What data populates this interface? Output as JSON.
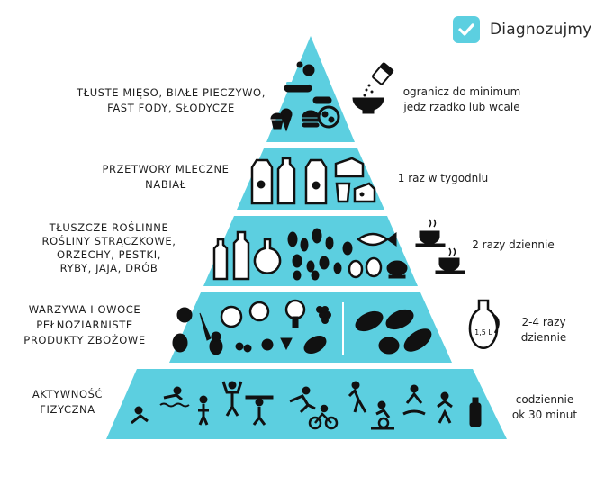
{
  "brand": {
    "name": "Diagnozujmy"
  },
  "levels": [
    {
      "left_lines": [
        "TŁUSTE MIĘSO, BIAŁE PIECZYWO,",
        "FAST FODY, SŁODYCZE"
      ],
      "right_lines": [
        "ogranicz do minimum",
        "jedz rzadko lub wcale"
      ],
      "icons": [
        "salt-shaker-icon",
        "bowl-icon",
        "hot-dog-icon",
        "burger-icon",
        "pizza-icon",
        "ice-cream-icon",
        "cupcake-icon"
      ]
    },
    {
      "left_lines": [
        "PRZETWORY MLECZNE",
        "NABIAŁ"
      ],
      "right_lines": [
        "1 raz w tygodniu"
      ],
      "icons": [
        "milk-carton-icon",
        "milk-bottle-icon",
        "cheese-icon",
        "glass-icon"
      ]
    },
    {
      "left_lines": [
        "TŁUSZCZE ROŚLINNE",
        "ROŚLINY STRĄCZKOWE,",
        "ORZECHY, PESTKI,",
        "RYBY, JAJA, DRÓB"
      ],
      "right_lines": [
        "2 razy dziennie"
      ],
      "icons": [
        "oil-bottle-icon",
        "beans-icon",
        "fish-icon",
        "eggs-icon",
        "chicken-icon",
        "coffee-cup-icon"
      ]
    },
    {
      "left_lines": [
        "WARZYWA I OWOCE",
        "PEŁNOZIARNISTE",
        "PRODUKTY ZBOŻOWE"
      ],
      "right_lines": [
        "2-4 razy",
        "dziennie"
      ],
      "icons": [
        "apple-icon",
        "carrot-icon",
        "cabbage-icon",
        "broccoli-icon",
        "grapes-icon",
        "bread-icon",
        "water-jug-icon"
      ],
      "jug_label": "1,5 L"
    },
    {
      "left_lines": [
        "AKTYWNOŚĆ",
        "FIZYCZNA"
      ],
      "right_lines": [
        "codziennie",
        "ok 30 minut"
      ],
      "icons": [
        "swimming-icon",
        "weightlifting-icon",
        "running-icon",
        "cycling-icon",
        "yoga-icon",
        "water-bottle-icon"
      ]
    }
  ],
  "colors": {
    "pyramid": "#5ccfe0",
    "text": "#1e1e1e",
    "icon": "#111111"
  }
}
